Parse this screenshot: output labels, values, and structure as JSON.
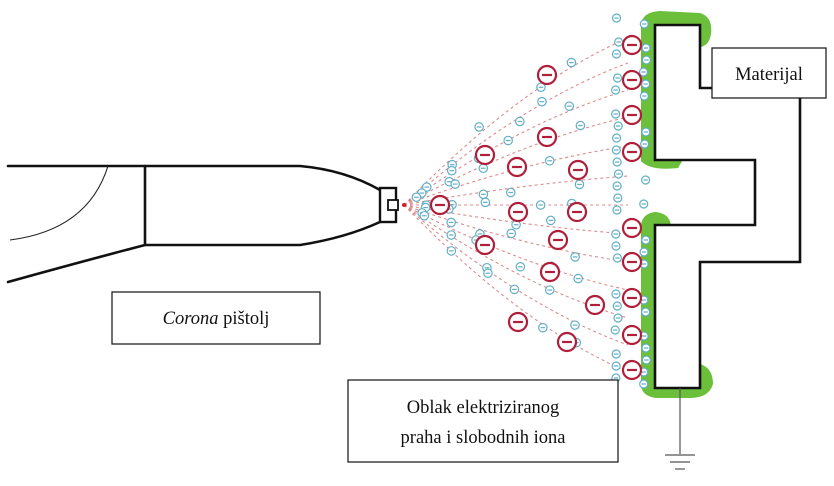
{
  "labels": {
    "material": "Materijal",
    "gun_italic": "Corona",
    "gun_rest": " pištolj",
    "cloud_line1": "Oblak elektriziranog",
    "cloud_line2": "praha i slobodnih iona"
  },
  "colors": {
    "coating": "#6cbf3a",
    "charged_particle": "#b01e3a",
    "free_ion": "#62aec6",
    "field_line": "#d98080"
  }
}
